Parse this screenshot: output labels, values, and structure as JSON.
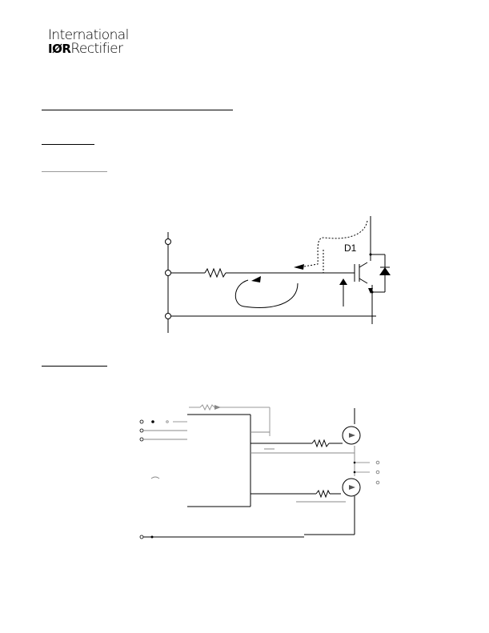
{
  "header": {
    "logo_line1": "International",
    "logo_ior": "IØR",
    "logo_rectifier": "Rectifier"
  },
  "figure1": {
    "label": "D1"
  }
}
